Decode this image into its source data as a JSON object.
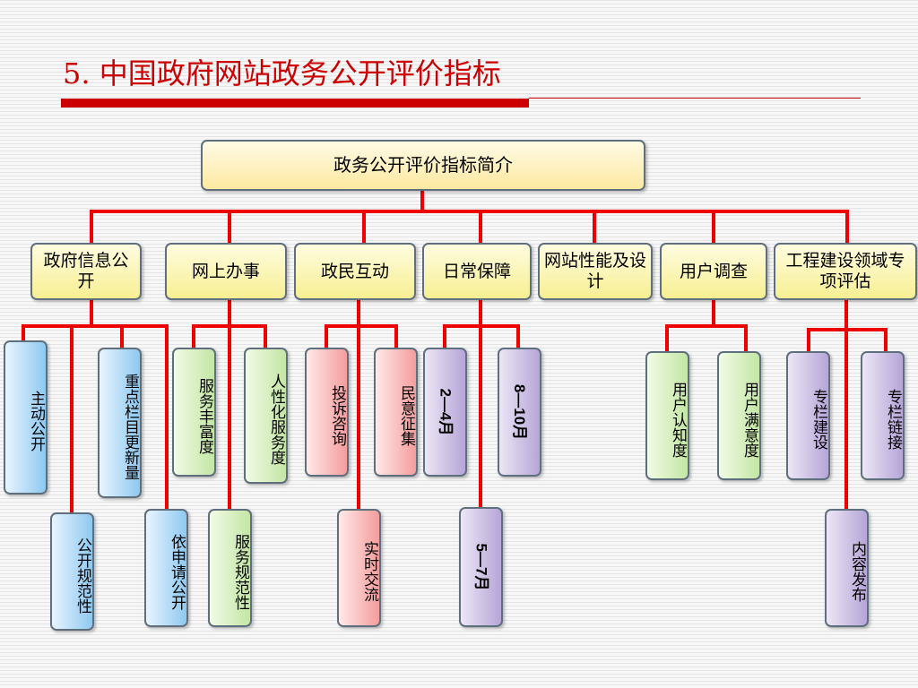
{
  "title": "5. 中国政府网站政务公开评价指标",
  "root": "政务公开评价指标简介",
  "categories": [
    "政府信息公开",
    "网上办事",
    "政民互动",
    "日常保障",
    "网站性能及设计",
    "用户调查",
    "工程建设领域专项评估"
  ],
  "leaves": {
    "zhudong": "主动公开",
    "zhongdian": "重点栏目更新量",
    "gongkai_guifan": "公开规范性",
    "yishenqing": "依申请公开",
    "fuwu_fengfu": "服务丰富度",
    "renxinghua": "人性化服务度",
    "fuwu_guifan": "服务规范性",
    "tousu": "投诉咨询",
    "minyi": "民意征集",
    "shishi": "实时交流",
    "m2_4": "2—4月",
    "m8_10": "8—10月",
    "m5_7": "5—7月",
    "renzhi": "用户认知度",
    "manyi": "用户满意度",
    "zhuanlan_jianshe": "专栏建设",
    "zhuanlan_lianjie": "专栏链接",
    "neirong": "内容发布"
  },
  "colors": {
    "title": "#cc0000",
    "connector": "#ee0000",
    "blue_leaf": "#8ec9f0",
    "green_leaf": "#c3e6a4",
    "red_leaf": "#f59c9c",
    "purple_leaf": "#b6a5d8",
    "category": "#f7ef92"
  }
}
